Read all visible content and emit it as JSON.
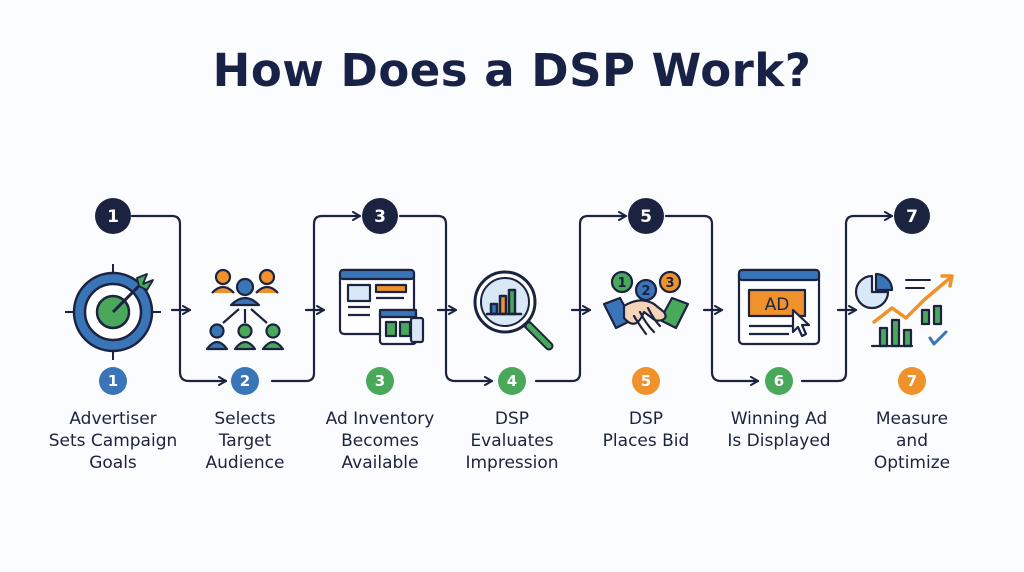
{
  "title": "How Does a DSP Work?",
  "colors": {
    "navy": "#1b2340",
    "blue": "#3a75b8",
    "green": "#4aa85a",
    "orange": "#f0922b",
    "ink": "#1e2a4a",
    "light_blue": "#d9e8f6"
  },
  "steps": [
    {
      "top_badge": "1",
      "bottom_badge": "1",
      "bottom_color": "blue",
      "icon": "target-icon",
      "label": [
        "Advertiser",
        "Sets Campaign",
        "Goals"
      ]
    },
    {
      "top_badge": "",
      "bottom_badge": "2",
      "bottom_color": "blue",
      "icon": "audience-icon",
      "label": [
        "Selects",
        "Target",
        "Audience"
      ]
    },
    {
      "top_badge": "3",
      "bottom_badge": "3",
      "bottom_color": "green",
      "icon": "ad-inventory-icon",
      "label": [
        "Ad Inventory",
        "Becomes",
        "Available"
      ]
    },
    {
      "top_badge": "",
      "bottom_badge": "4",
      "bottom_color": "green",
      "icon": "magnifier-chart-icon",
      "label": [
        "DSP",
        "Evaluates",
        "Impression"
      ]
    },
    {
      "top_badge": "5",
      "bottom_badge": "5",
      "bottom_color": "orange",
      "icon": "handshake-bid-icon",
      "label": [
        "DSP",
        "Places Bid",
        ""
      ]
    },
    {
      "top_badge": "",
      "bottom_badge": "6",
      "bottom_color": "green",
      "icon": "ad-display-icon",
      "label": [
        "Winning Ad",
        "Is Displayed",
        ""
      ]
    },
    {
      "top_badge": "7",
      "bottom_badge": "7",
      "bottom_color": "orange",
      "icon": "growth-chart-icon",
      "label": [
        "Measure",
        "and",
        "Optimize"
      ]
    }
  ],
  "handshake_bubbles": [
    "1",
    "2",
    "3"
  ],
  "ad_text": "AD"
}
